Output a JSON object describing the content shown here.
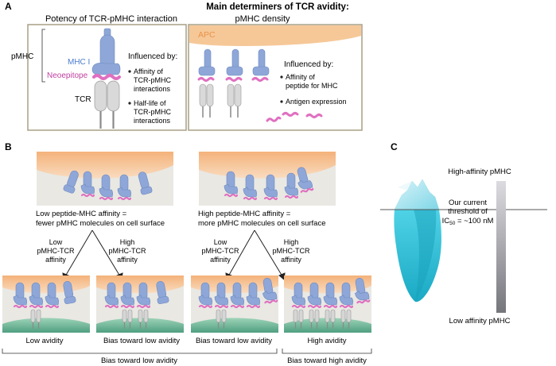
{
  "panel_a": {
    "letter": "A",
    "main_title": "Main determiners of TCR avidity:",
    "left": {
      "title": "Potency of TCR-pMHC interaction",
      "label_pmhc": "pMHC",
      "label_mhc": "MHC I",
      "label_neoepitope": "Neoepitope",
      "label_tcr": "TCR",
      "influenced_by": "Influenced by:",
      "bullet1": [
        "Affinity of",
        "TCR-pMHC",
        "interactions"
      ],
      "bullet2": [
        "Half-life of",
        "TCR-pMHC",
        "interactions"
      ]
    },
    "right": {
      "title": "pMHC density",
      "label_apc": "APC",
      "influenced_by": "Influenced by:",
      "bullet1": [
        "Affinity of",
        "peptide for MHC"
      ],
      "bullet2": "Antigen expression"
    }
  },
  "panel_b": {
    "letter": "B",
    "low_caption": [
      "Low peptide-MHC affinity =",
      "fewer pMHC molecules on cell surface"
    ],
    "high_caption": [
      "High peptide-MHC affinity =",
      "more pMHC molecules on cell surface"
    ],
    "low_tcr": [
      "Low",
      "pMHC-TCR",
      "affinity"
    ],
    "high_tcr": [
      "High",
      "pMHC-TCR",
      "affinity"
    ],
    "outcomes": [
      "Low avidity",
      "Bias toward low avidity",
      "Bias toward low avidity",
      "High avidity"
    ],
    "bracket_low": "Bias toward low avidity",
    "bracket_high": "Bias toward high avidity"
  },
  "panel_c": {
    "letter": "C",
    "high_label": "High-affinity pMHC",
    "low_label": "Low affinity pMHC",
    "threshold_line1": "Our current",
    "threshold_line2": "threshold of",
    "threshold_line3_prefix": "IC",
    "threshold_line3_sub": "50",
    "threshold_line3_suffix": " = ~100 nM"
  },
  "colors": {
    "mhc": "#8ea7d8",
    "peptide": "#e070c0",
    "tcr": "#c6c6c6",
    "apc": "#f6c898",
    "tcell": "#6db99a",
    "panel_bg": "#e9e8e3",
    "iceberg": "#3cc8dc",
    "bar": "#85858a"
  }
}
